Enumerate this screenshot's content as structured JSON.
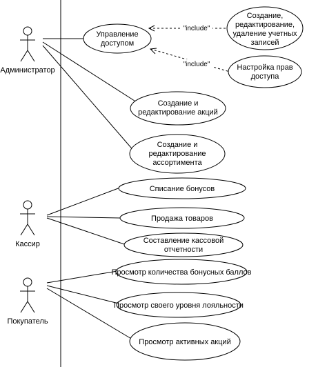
{
  "actors": {
    "admin": "Администратор",
    "cashier": "Кассир",
    "buyer": "Покупатель"
  },
  "relations": {
    "include1": "\"include\"",
    "include2": "\"include\""
  },
  "use_cases": {
    "access": [
      "Управление",
      "доступом"
    ],
    "accounts": [
      "Создание,",
      "редактирование,",
      "удаление учетных",
      "записей"
    ],
    "rights": [
      "Настройка прав",
      "доступа"
    ],
    "promos": [
      "Создание и",
      "редактирование акций"
    ],
    "assortment": [
      "Создание и",
      "редактирование",
      "ассортимента"
    ],
    "write_off": [
      "Списание бонусов"
    ],
    "sales": [
      "Продажа товаров"
    ],
    "cash_report": [
      "Составление кассовой",
      "отчетности"
    ],
    "view_points": [
      "Просмотр количества бонусных баллов"
    ],
    "view_loyalty": [
      "Просмотр своего уровня лояльности"
    ],
    "view_promos": [
      "Просмотр активных акций"
    ]
  }
}
